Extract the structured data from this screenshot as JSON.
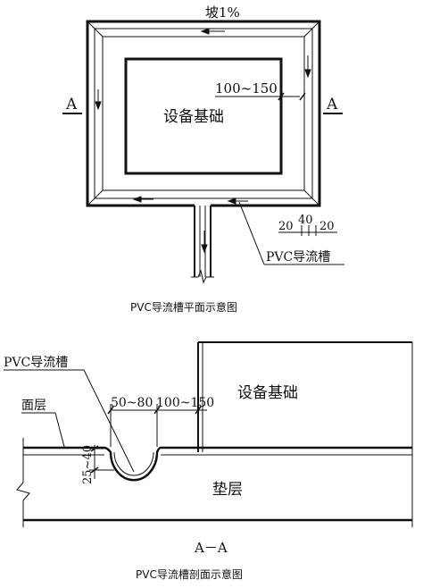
{
  "plan": {
    "slope_label": "坡1%",
    "dim_inner": "100~150",
    "section_mark_left": "A",
    "section_mark_right": "A",
    "foundation_label": "设备基础",
    "dim_20_left": "20",
    "dim_40": "40",
    "dim_20_right": "20",
    "channel_label": "PVC导流槽",
    "caption": "PVC导流槽平面示意图"
  },
  "section": {
    "channel_label": "PVC导流槽",
    "surface_layer_label": "面层",
    "dim_50_80": "50~80",
    "dim_100_150": "100~150",
    "foundation_label": "设备基础",
    "dim_depth": "25~40",
    "cushion_label": "垫层",
    "section_name": "A－A",
    "caption": "PVC导流槽剖面示意图"
  }
}
